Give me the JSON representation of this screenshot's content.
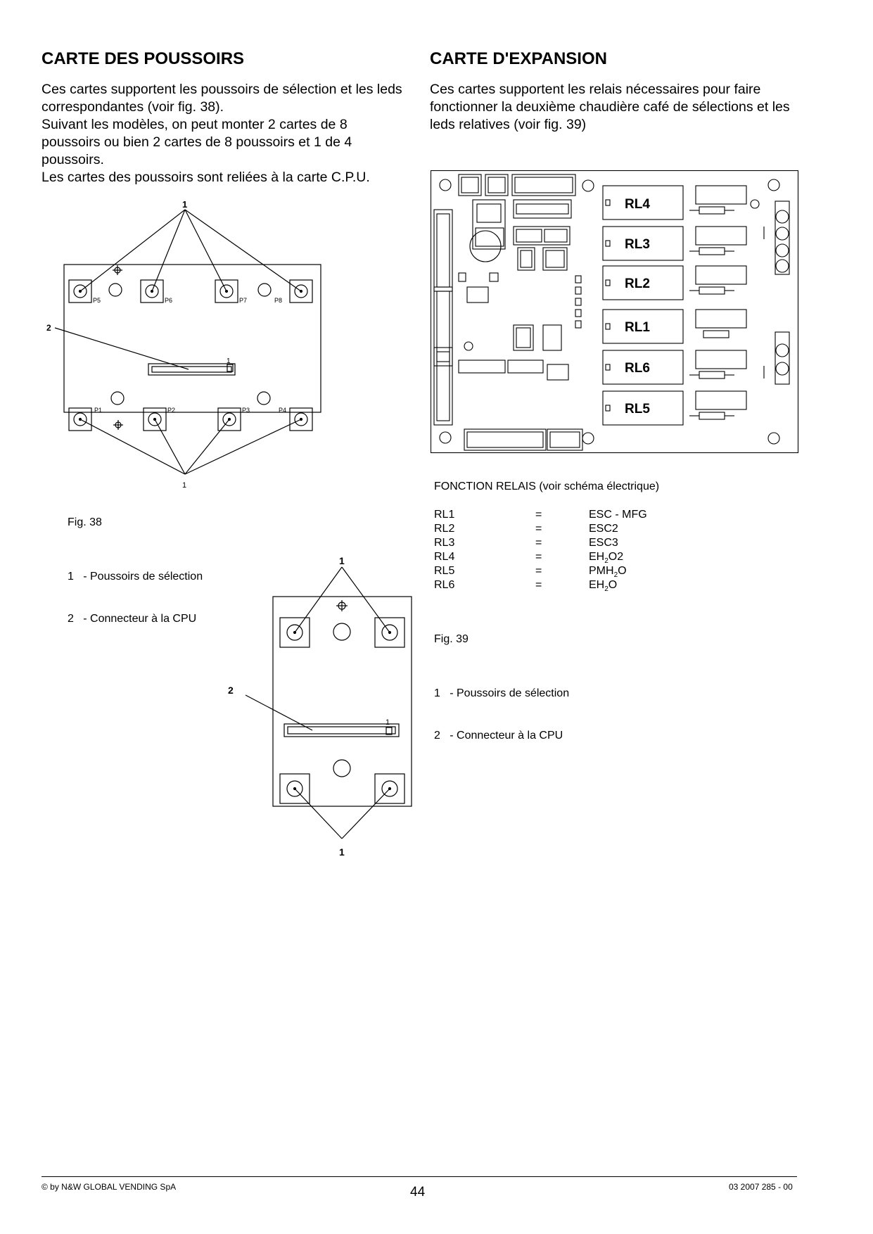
{
  "left": {
    "title": "CARTE DES POUSSOIRS",
    "paragraphs": [
      "Ces cartes supportent les poussoirs de sélection et les leds correspondantes (voir fig. 38).",
      "Suivant les modèles, on peut monter 2 cartes de 8 poussoirs ou bien 2 cartes de 8 poussoirs et 1 de 4 poussoirs.",
      "Les cartes des poussoirs sont reliées à la carte C.P.U."
    ],
    "fig_label": "Fig. 38",
    "legend": [
      "1   - Poussoirs de sélection",
      "2   - Connecteur à la CPU"
    ]
  },
  "right": {
    "title": "CARTE D'EXPANSION",
    "paragraphs": [
      "Ces cartes supportent les relais nécessaires pour faire fonctionner la deuxième chaudière café de sélections et les leds relatives (voir fig. 39)"
    ],
    "relais_heading": "FONCTION RELAIS  (voir schéma électrique)",
    "relais": [
      {
        "name": "RL1",
        "eq": "=",
        "func": "ESC - MFG",
        "sub": "",
        "tail": ""
      },
      {
        "name": "RL2",
        "eq": "=",
        "func": "ESC2",
        "sub": "",
        "tail": ""
      },
      {
        "name": "RL3",
        "eq": "=",
        "func": "ESC3",
        "sub": "",
        "tail": ""
      },
      {
        "name": "RL4",
        "eq": "=",
        "func": "EH",
        "sub": "2",
        "tail": "O2"
      },
      {
        "name": "RL5",
        "eq": "=",
        "func": "PMH",
        "sub": "2",
        "tail": "O"
      },
      {
        "name": "RL6",
        "eq": "=",
        "func": "EH",
        "sub": "2",
        "tail": "O"
      }
    ],
    "fig_label": "Fig. 39",
    "legend": [
      "1   - Poussoirs de sélection",
      "2   - Connecteur à la CPU"
    ]
  },
  "fig38": {
    "callout_1": "1",
    "callout_2": "2",
    "pin_1": "1",
    "buttons_top": [
      "P5",
      "P6",
      "P7",
      "P8"
    ],
    "buttons_bottom": [
      "P1",
      "P2",
      "P3",
      "P4"
    ]
  },
  "fig_small": {
    "callout_top": "1",
    "callout_2": "2",
    "callout_bottom": "1",
    "pin_1": "1"
  },
  "fig39": {
    "relays": [
      "RL4",
      "RL3",
      "RL2",
      "RL1",
      "RL6",
      "RL5"
    ]
  },
  "footer": {
    "copyright": "© by N&W GLOBAL VENDING SpA",
    "page_number": "44",
    "doc_code": "03 2007 285 - 00"
  }
}
